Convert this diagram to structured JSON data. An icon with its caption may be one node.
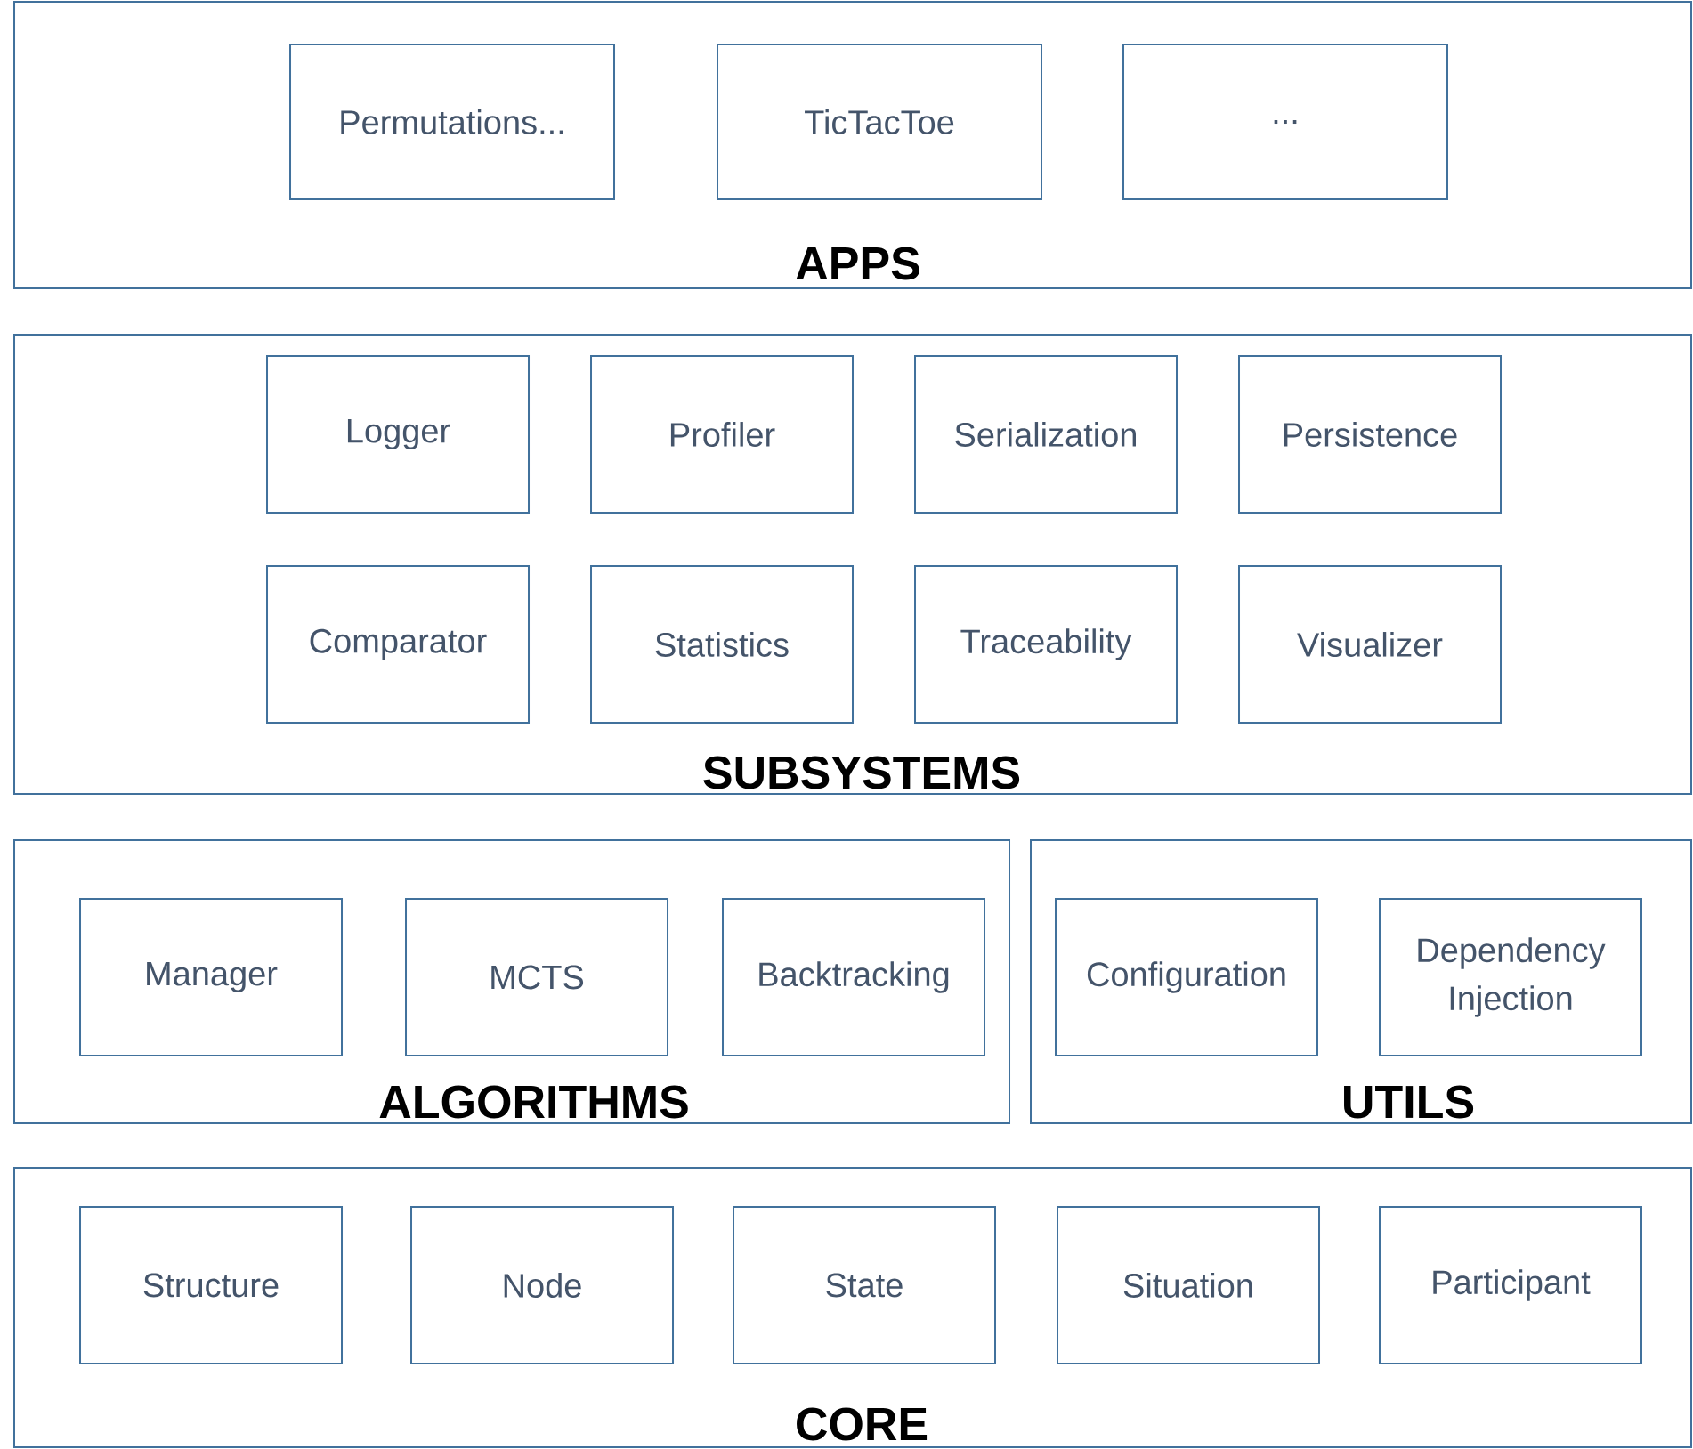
{
  "diagram": {
    "nodes": [
      {
        "text": [
          "APPS"
        ]
      },
      {
        "text": [
          "Permutations..."
        ],
        "in": 0
      },
      {
        "text": [
          "TicTacToe"
        ],
        "in": 0
      },
      {
        "text": [
          "..."
        ],
        "in": 0
      },
      {
        "text": [
          "SUBSYSTEMS"
        ]
      },
      {
        "text": [
          "Logger"
        ],
        "in": 4
      },
      {
        "text": [
          "Profiler"
        ],
        "in": 4
      },
      {
        "text": [
          "Serialization"
        ],
        "in": 4
      },
      {
        "text": [
          "Persistence"
        ],
        "in": 4
      },
      {
        "text": [
          "Comparator"
        ],
        "in": 4
      },
      {
        "text": [
          "Statistics"
        ],
        "in": 4
      },
      {
        "text": [
          "Traceability"
        ],
        "in": 4
      },
      {
        "text": [
          "Visualizer"
        ],
        "in": 4
      },
      {
        "text": [
          "ALGORITHMS"
        ]
      },
      {
        "text": [
          "Manager"
        ],
        "in": 13
      },
      {
        "text": [
          "MCTS"
        ],
        "in": 13
      },
      {
        "text": [
          "Backtracking"
        ],
        "in": 13
      },
      {
        "text": [
          "UTILS"
        ]
      },
      {
        "text": [
          "Configuration"
        ],
        "in": 17
      },
      {
        "text": [
          "Dependency Injection"
        ],
        "in": 17
      },
      {
        "text": [
          "CORE"
        ]
      },
      {
        "text": [
          "Structure"
        ],
        "in": 20
      },
      {
        "text": [
          "Node"
        ],
        "in": 20
      },
      {
        "text": [
          "State"
        ],
        "in": 20
      },
      {
        "text": [
          "Situation"
        ],
        "in": 20
      },
      {
        "text": [
          "Participant"
        ],
        "in": 20
      }
    ]
  }
}
